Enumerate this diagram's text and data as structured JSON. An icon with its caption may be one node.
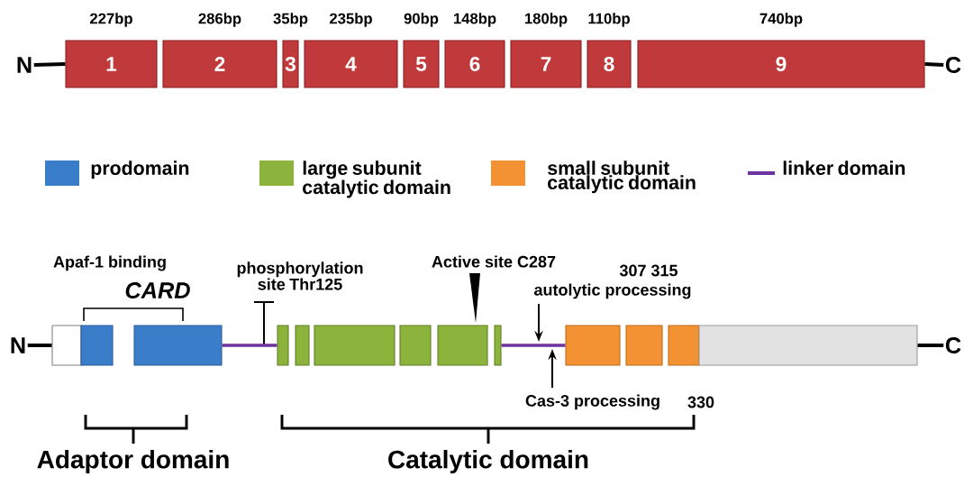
{
  "diagram": {
    "nodes": [
      {
        "text": [
          "1"
        ],
        "beside": [
          "227bp"
        ]
      },
      {
        "text": [
          "2"
        ],
        "beside": [
          "286bp"
        ]
      },
      {
        "text": [
          "3"
        ],
        "beside": [
          "35bp"
        ]
      },
      {
        "text": [
          "4"
        ],
        "beside": [
          "235bp"
        ]
      },
      {
        "text": [
          "5"
        ],
        "beside": [
          "90bp"
        ]
      },
      {
        "text": [
          "6"
        ],
        "beside": [
          "148bp"
        ]
      },
      {
        "text": [
          "7"
        ],
        "beside": [
          "180bp"
        ]
      },
      {
        "text": [
          "8"
        ],
        "beside": [
          "110bp"
        ]
      },
      {
        "text": [
          "9"
        ],
        "beside": [
          "740bp"
        ]
      },
      {
        "text": [],
        "shape": "box"
      },
      {
        "text": [],
        "shape": "box"
      },
      {
        "text": [],
        "shape": "box"
      },
      {
        "text": [],
        "shape": "box"
      },
      {
        "text": [],
        "shape": "box"
      },
      {
        "text": [],
        "shape": "box"
      },
      {
        "text": [],
        "shape": "box"
      },
      {
        "text": [],
        "shape": "box"
      },
      {
        "text": [],
        "shape": "box"
      },
      {
        "text": [],
        "shape": "box"
      },
      {
        "text": [],
        "shape": "box"
      },
      {
        "text": [],
        "shape": "box"
      },
      {
        "text": [],
        "shape": "box"
      },
      {
        "text": [
          "N"
        ]
      },
      {
        "text": [
          "C"
        ]
      },
      {
        "text": [
          "N"
        ]
      },
      {
        "text": [
          "C"
        ]
      }
    ],
    "edges": [
      {
        "from": 22,
        "to": 0,
        "arrow": "none"
      },
      {
        "from": 8,
        "to": 23,
        "arrow": "none"
      },
      {
        "from": 24,
        "to": 9,
        "arrow": "none"
      },
      {
        "from": 11,
        "to": 12,
        "arrow": "none",
        "color": "#7030a0"
      },
      {
        "from": 17,
        "to": 18,
        "arrow": "none",
        "color": "#7030a0"
      },
      {
        "from": 21,
        "to": 25,
        "arrow": "none"
      }
    ],
    "labels": [
      "Apaf-1 binding",
      "CARD",
      "phosphorylation site Thr125",
      "Active site C287",
      "307 315",
      "autolytic processing",
      "Cas-3 processing",
      "330",
      "Adaptor domain",
      "Catalytic domain"
    ],
    "legend": [
      {
        "text": "prodomain",
        "color": "#3a7dc9"
      },
      {
        "text": "large subunit catalytic domain",
        "color": "#8cb43c"
      },
      {
        "text": "small subunit catalytic domain",
        "color": "#f39233"
      },
      {
        "text": "linker domain"
      }
    ]
  }
}
